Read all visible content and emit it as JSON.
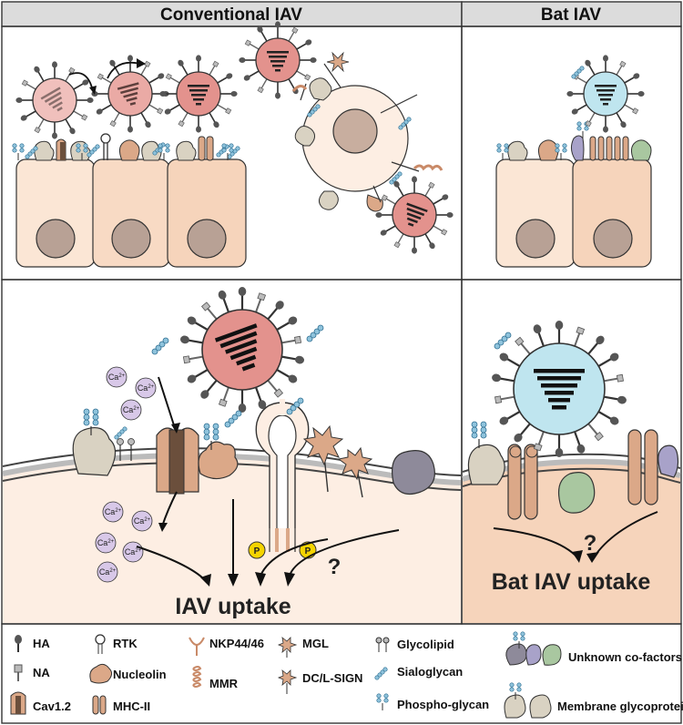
{
  "headers": {
    "conventional": "Conventional IAV",
    "bat": "Bat IAV"
  },
  "labels": {
    "iav_uptake": "IAV uptake",
    "bat_iav_uptake": "Bat IAV uptake",
    "unknown_mark": "?",
    "calcium": "Ca",
    "calcium_charge": "2+",
    "phospho": "P"
  },
  "legend": {
    "col1": [
      "HA",
      "NA",
      "Cav1.2"
    ],
    "col2": [
      "RTK",
      "Nucleolin",
      "MHC-II"
    ],
    "col3": [
      "NKP44/46",
      "MMR"
    ],
    "col4": [
      "MGL",
      "DC/L-SIGN"
    ],
    "col5": [
      "Glycolipid",
      "Sialoglycan",
      "Phospho-glycan"
    ],
    "col6": [
      "Unknown co-factors",
      "Membrane glycoproteins"
    ]
  },
  "colors": {
    "cell_fill": "#f9dcc4",
    "cell_light": "#fdeee3",
    "virus_conventional": "#e8a09c",
    "virus_bat": "#bfe5ef",
    "protein": "#dba888",
    "glycoprotein": "#d9d2c2",
    "unknown_purple": "#a8a2c9",
    "unknown_green": "#a9c7a0",
    "calcium": "#d8c8e8",
    "phospho": "#f5d400",
    "channel": "#6b4f3c"
  }
}
